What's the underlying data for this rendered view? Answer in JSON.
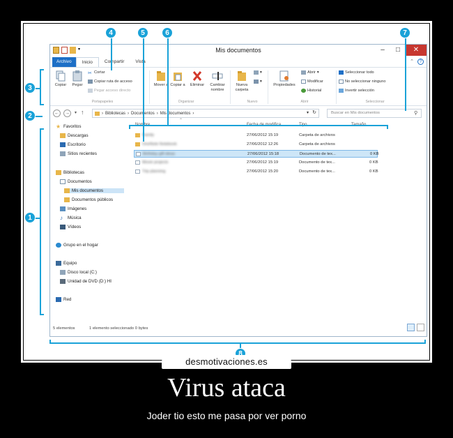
{
  "window": {
    "title": "Mis documentos",
    "minimize": "–",
    "maximize": "□",
    "close": "✕",
    "help": "?"
  },
  "tabs": [
    "Archivo",
    "Inicio",
    "Compartir",
    "Vista"
  ],
  "ribbon": {
    "copiar": "Copiar",
    "pegar": "Pegar",
    "cortar": "Cortar",
    "copiar_ruta": "Copiar ruta de acceso",
    "pegar_acceso": "Pegar acceso directo",
    "group_portapapeles": "Portapapeles",
    "mover": "Mover a",
    "copiar_a": "Copiar a",
    "eliminar": "Eliminar",
    "cambiar_nombre": "Cambiar nombre",
    "group_organizar": "Organizar",
    "nueva_carpeta": "Nueva carpeta",
    "group_nuevo": "Nuevo",
    "propiedades": "Propiedades",
    "abrir": "Abrir",
    "modificar": "Modificar",
    "historial": "Historial",
    "group_abrir": "Abrir",
    "seleccionar_todo": "Seleccionar todo",
    "no_seleccionar": "No seleccionar ninguno",
    "invertir": "Invertir selección",
    "group_seleccionar": "Seleccionar"
  },
  "address": {
    "crumbs": [
      "Bibliotecas",
      "Documentos",
      "Mis documentos"
    ],
    "sep": "›",
    "search_placeholder": "Buscar en Mis documentos"
  },
  "nav": {
    "favoritos": "Favoritos",
    "descargas": "Descargas",
    "escritorio": "Escritorio",
    "sitios": "Sitios recientes",
    "bibliotecas": "Bibliotecas",
    "documentos": "Documentos",
    "mis_documentos": "Mis documentos",
    "documentos_publicos": "Documentos públicos",
    "imagenes": "Imágenes",
    "musica": "Música",
    "videos": "Vídeos",
    "grupo_hogar": "Grupo en el hogar",
    "equipo": "Equipo",
    "disco_local": "Disco local (C:)",
    "dvd": "Unidad de DVD (D:) HI",
    "red": "Red"
  },
  "columns": {
    "nombre": "Nombre",
    "fecha": "Fecha de modifica...",
    "tipo": "Tipo",
    "tamano": "Tamaño"
  },
  "files": [
    {
      "name": "Family",
      "date": "27/06/2012 15:19",
      "type": "Carpeta de archivos",
      "size": ""
    },
    {
      "name": "OneNote Notebook",
      "date": "27/06/2012 12:26",
      "type": "Carpeta de archivos",
      "size": ""
    },
    {
      "name": "Birthday gift ideas",
      "date": "27/06/2012 15:18",
      "type": "Documento de tex...",
      "size": "0 KB"
    },
    {
      "name": "Movie projects",
      "date": "27/06/2012 15:19",
      "type": "Documento de tex...",
      "size": "0 KB"
    },
    {
      "name": "Trip planning",
      "date": "27/06/2012 15:20",
      "type": "Documento de tex...",
      "size": "0 KB"
    }
  ],
  "status": {
    "elements": "5 elementos",
    "selected": "1 elemento seleccionado  0 bytes"
  },
  "callouts": [
    "1",
    "2",
    "3",
    "4",
    "5",
    "6",
    "7",
    "8"
  ],
  "brand": "desmotivaciones.es",
  "caption": {
    "title": "Virus ataca",
    "subtitle": "Joder tio esto me pasa por ver porno"
  },
  "colors": {
    "accent": "#1aa2d8",
    "file_tab": "#1d6fc6",
    "close": "#c7372f",
    "selection": "#cde6f7",
    "folder": "#e8b64a"
  }
}
